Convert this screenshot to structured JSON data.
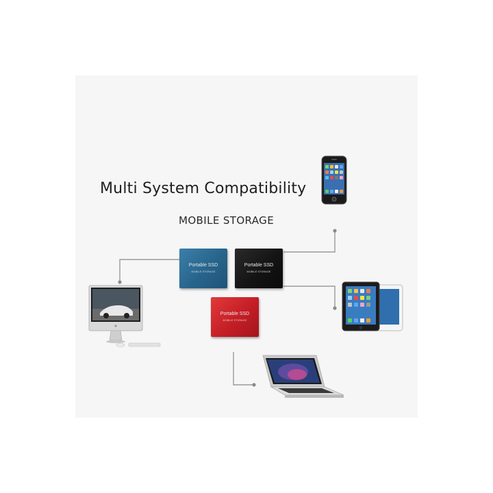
{
  "header": {
    "title": "Multi System Compatibility",
    "subtitle": "MOBILE STORAGE"
  },
  "drives": [
    {
      "name": "Portable SSD",
      "sub": "MOBILE STORAGE",
      "color": "#2b6a93"
    },
    {
      "name": "Portable SSD",
      "sub": "MOBILE STORAGE",
      "color": "#1a1a1a"
    },
    {
      "name": "Portable SSD",
      "sub": "MOBILE STORAGE",
      "color": "#d02a2f"
    }
  ],
  "devices": [
    "smartphone-icon",
    "tablet-icon",
    "desktop-computer-icon",
    "laptop-icon"
  ],
  "colors": {
    "line": "#9a9a9a",
    "panel": "#f6f6f6"
  }
}
